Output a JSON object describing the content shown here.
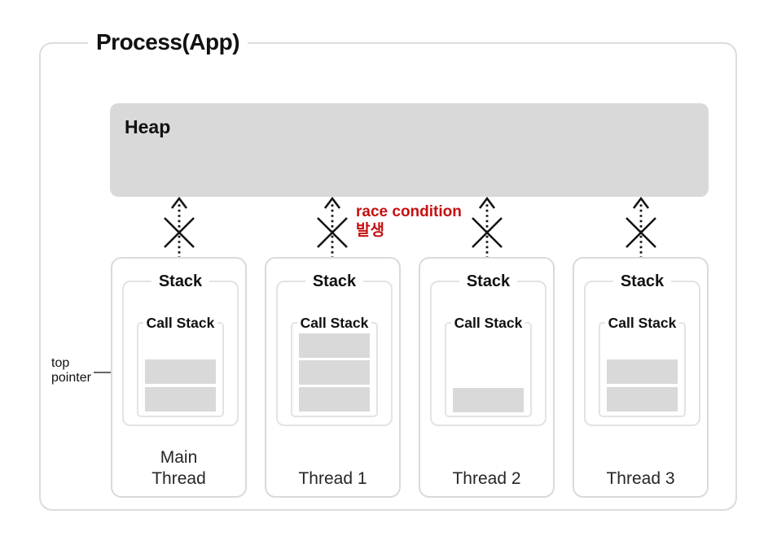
{
  "process": {
    "title": "Process(App)"
  },
  "heap": {
    "label": "Heap"
  },
  "race_warning": {
    "line1": "race condition",
    "line2": "발생"
  },
  "pointer": {
    "line1": "top",
    "line2": "pointer"
  },
  "labels": {
    "stack": "Stack",
    "call_stack": "Call Stack"
  },
  "threads": [
    {
      "label": "Main\nThread",
      "frame_offsets": [
        44,
        78
      ]
    },
    {
      "label": "Thread 1",
      "frame_offsets": [
        12,
        45,
        78
      ]
    },
    {
      "label": "Thread 2",
      "frame_offsets": [
        79
      ]
    },
    {
      "label": "Thread 3",
      "frame_offsets": [
        44,
        78
      ]
    }
  ],
  "colors": {
    "heap_fill": "#d9d9d9",
    "frame_fill": "#d9d9d9",
    "border_outer": "#dcdcdc",
    "border_thread": "#dadada",
    "border_inner": "#e3e3e3",
    "warning_red": "#c61111"
  }
}
